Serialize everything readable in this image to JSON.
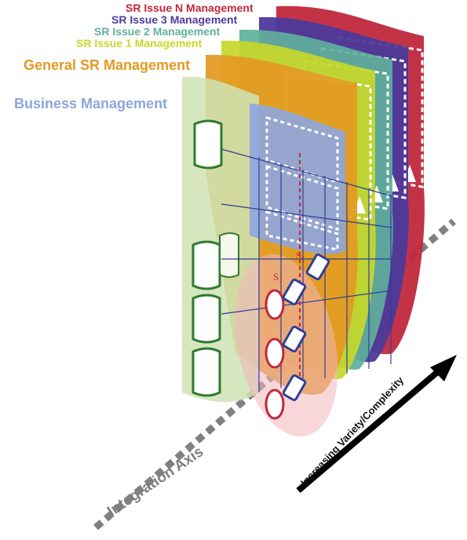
{
  "layers": [
    {
      "label": "SR Issue N Management",
      "color": "#c0283c"
    },
    {
      "label": "SR Issue 3 Management",
      "color": "#4d3a9b"
    },
    {
      "label": "SR Issue 2 Management",
      "color": "#5fb09c"
    },
    {
      "label": "SR Issue 1 Management",
      "color": "#c7d82a"
    },
    {
      "label": "General SR Management",
      "color": "#e39a21"
    },
    {
      "label": "Business Management",
      "color": "#8ea6dc"
    }
  ],
  "business_layer_fill": "#cfe3b5",
  "business_node_color": "#2f7a2f",
  "sr_node_color": "#c0283c",
  "issue_node_color": "#2e3f99",
  "axes": {
    "integration": {
      "label": "Integration Axis",
      "color": "#808080"
    },
    "variety": {
      "label": "Increasing Variety/Complexity",
      "color": "#000000"
    }
  },
  "node_labels": {
    "s1_lower": "S",
    "s1_lower_sub": "1",
    "s1_upper": "S",
    "s1_upper_sub": "1"
  }
}
